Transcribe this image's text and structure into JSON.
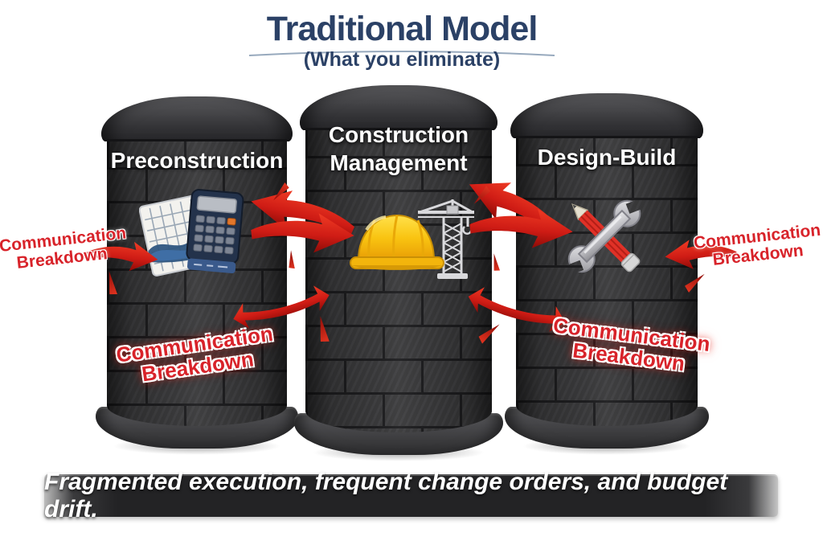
{
  "title": {
    "text": "Traditional Model",
    "subtitle": "(What you eliminate)"
  },
  "silos": [
    {
      "label": "Preconstruction",
      "icon": "blueprint-calculator-icon"
    },
    {
      "label": "Construction Management",
      "icon": "hardhat-crane-icon"
    },
    {
      "label": "Design-Build",
      "icon": "pencil-wrench-icon"
    }
  ],
  "breakdown": {
    "line1": "Communication",
    "line2": "Breakdown"
  },
  "footer": {
    "text": "Fragmented execution, frequent change orders, and budget drift."
  },
  "colors": {
    "title_navy": "#2b4166",
    "accent_red": "#d8232a",
    "silo_stone": "#3b3b3d",
    "banner_bg": "#232325",
    "underline": "#7d93ad",
    "hardhat_yellow": "#f7c211"
  }
}
